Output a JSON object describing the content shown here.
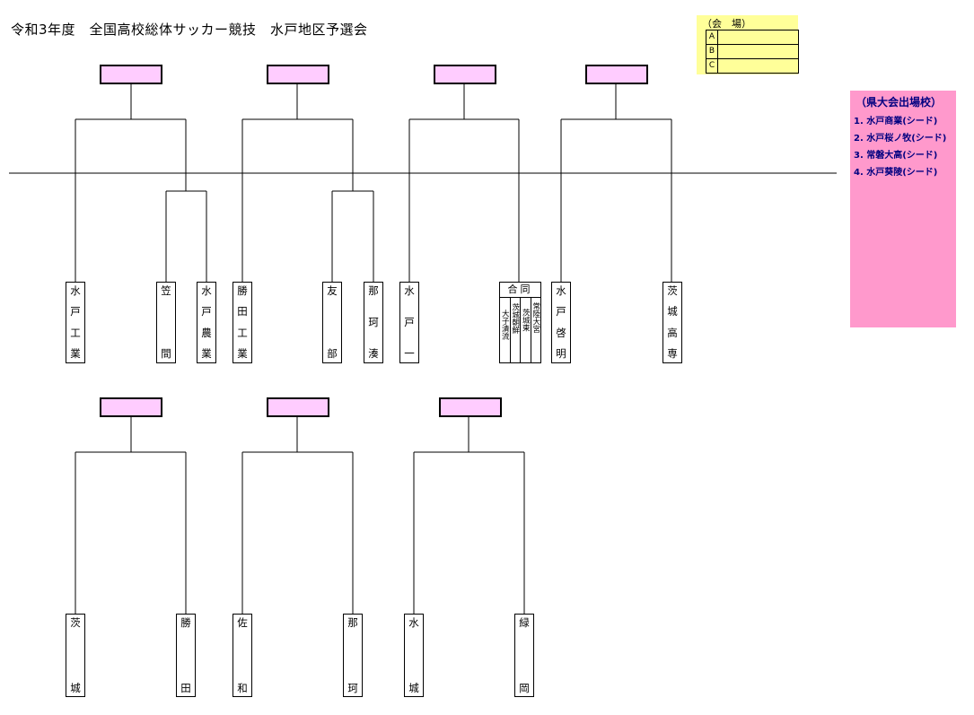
{
  "title": "令和3年度　全国高校総体サッカー競技　水戸地区予選会",
  "venue": {
    "heading": "（会　場）",
    "rows": [
      {
        "letter": "A"
      },
      {
        "letter": "B"
      },
      {
        "letter": "C"
      }
    ]
  },
  "advancing": {
    "heading": "（県大会出場校）",
    "items": [
      "1. 水戸商業(シード)",
      "2. 水戸桜ノ牧(シード)",
      "3. 常磐大高(シード)",
      "4. 水戸葵陵(シード)"
    ]
  },
  "schools": {
    "mito_kogyo": [
      "水",
      "戸",
      "工",
      "業"
    ],
    "kasama": [
      "笠",
      "間"
    ],
    "mito_nogyo": [
      "水",
      "戸",
      "農",
      "業"
    ],
    "katsuta_kogyo": [
      "勝",
      "田",
      "工",
      "業"
    ],
    "tomobe": [
      "友",
      "部"
    ],
    "nakaminato": [
      "那",
      "珂",
      "湊"
    ],
    "mito_ichi": [
      "水",
      "戸",
      "一"
    ],
    "joint": {
      "label": "合同",
      "members": [
        "大子清流",
        "茨城朝鮮",
        "茨城東",
        "常陸大宮"
      ]
    },
    "mito_keimei": [
      "水",
      "戸",
      "啓",
      "明"
    ],
    "ibaraki_kosen": [
      "茨",
      "城",
      "高",
      "専"
    ],
    "ibaraki": [
      "茨",
      "城"
    ],
    "katsuta": [
      "勝",
      "田"
    ],
    "sawa": [
      "佐",
      "和"
    ],
    "naka": [
      "那",
      "珂"
    ],
    "suijo": [
      "水",
      "城"
    ],
    "midorioka": [
      "緑",
      "岡"
    ]
  }
}
